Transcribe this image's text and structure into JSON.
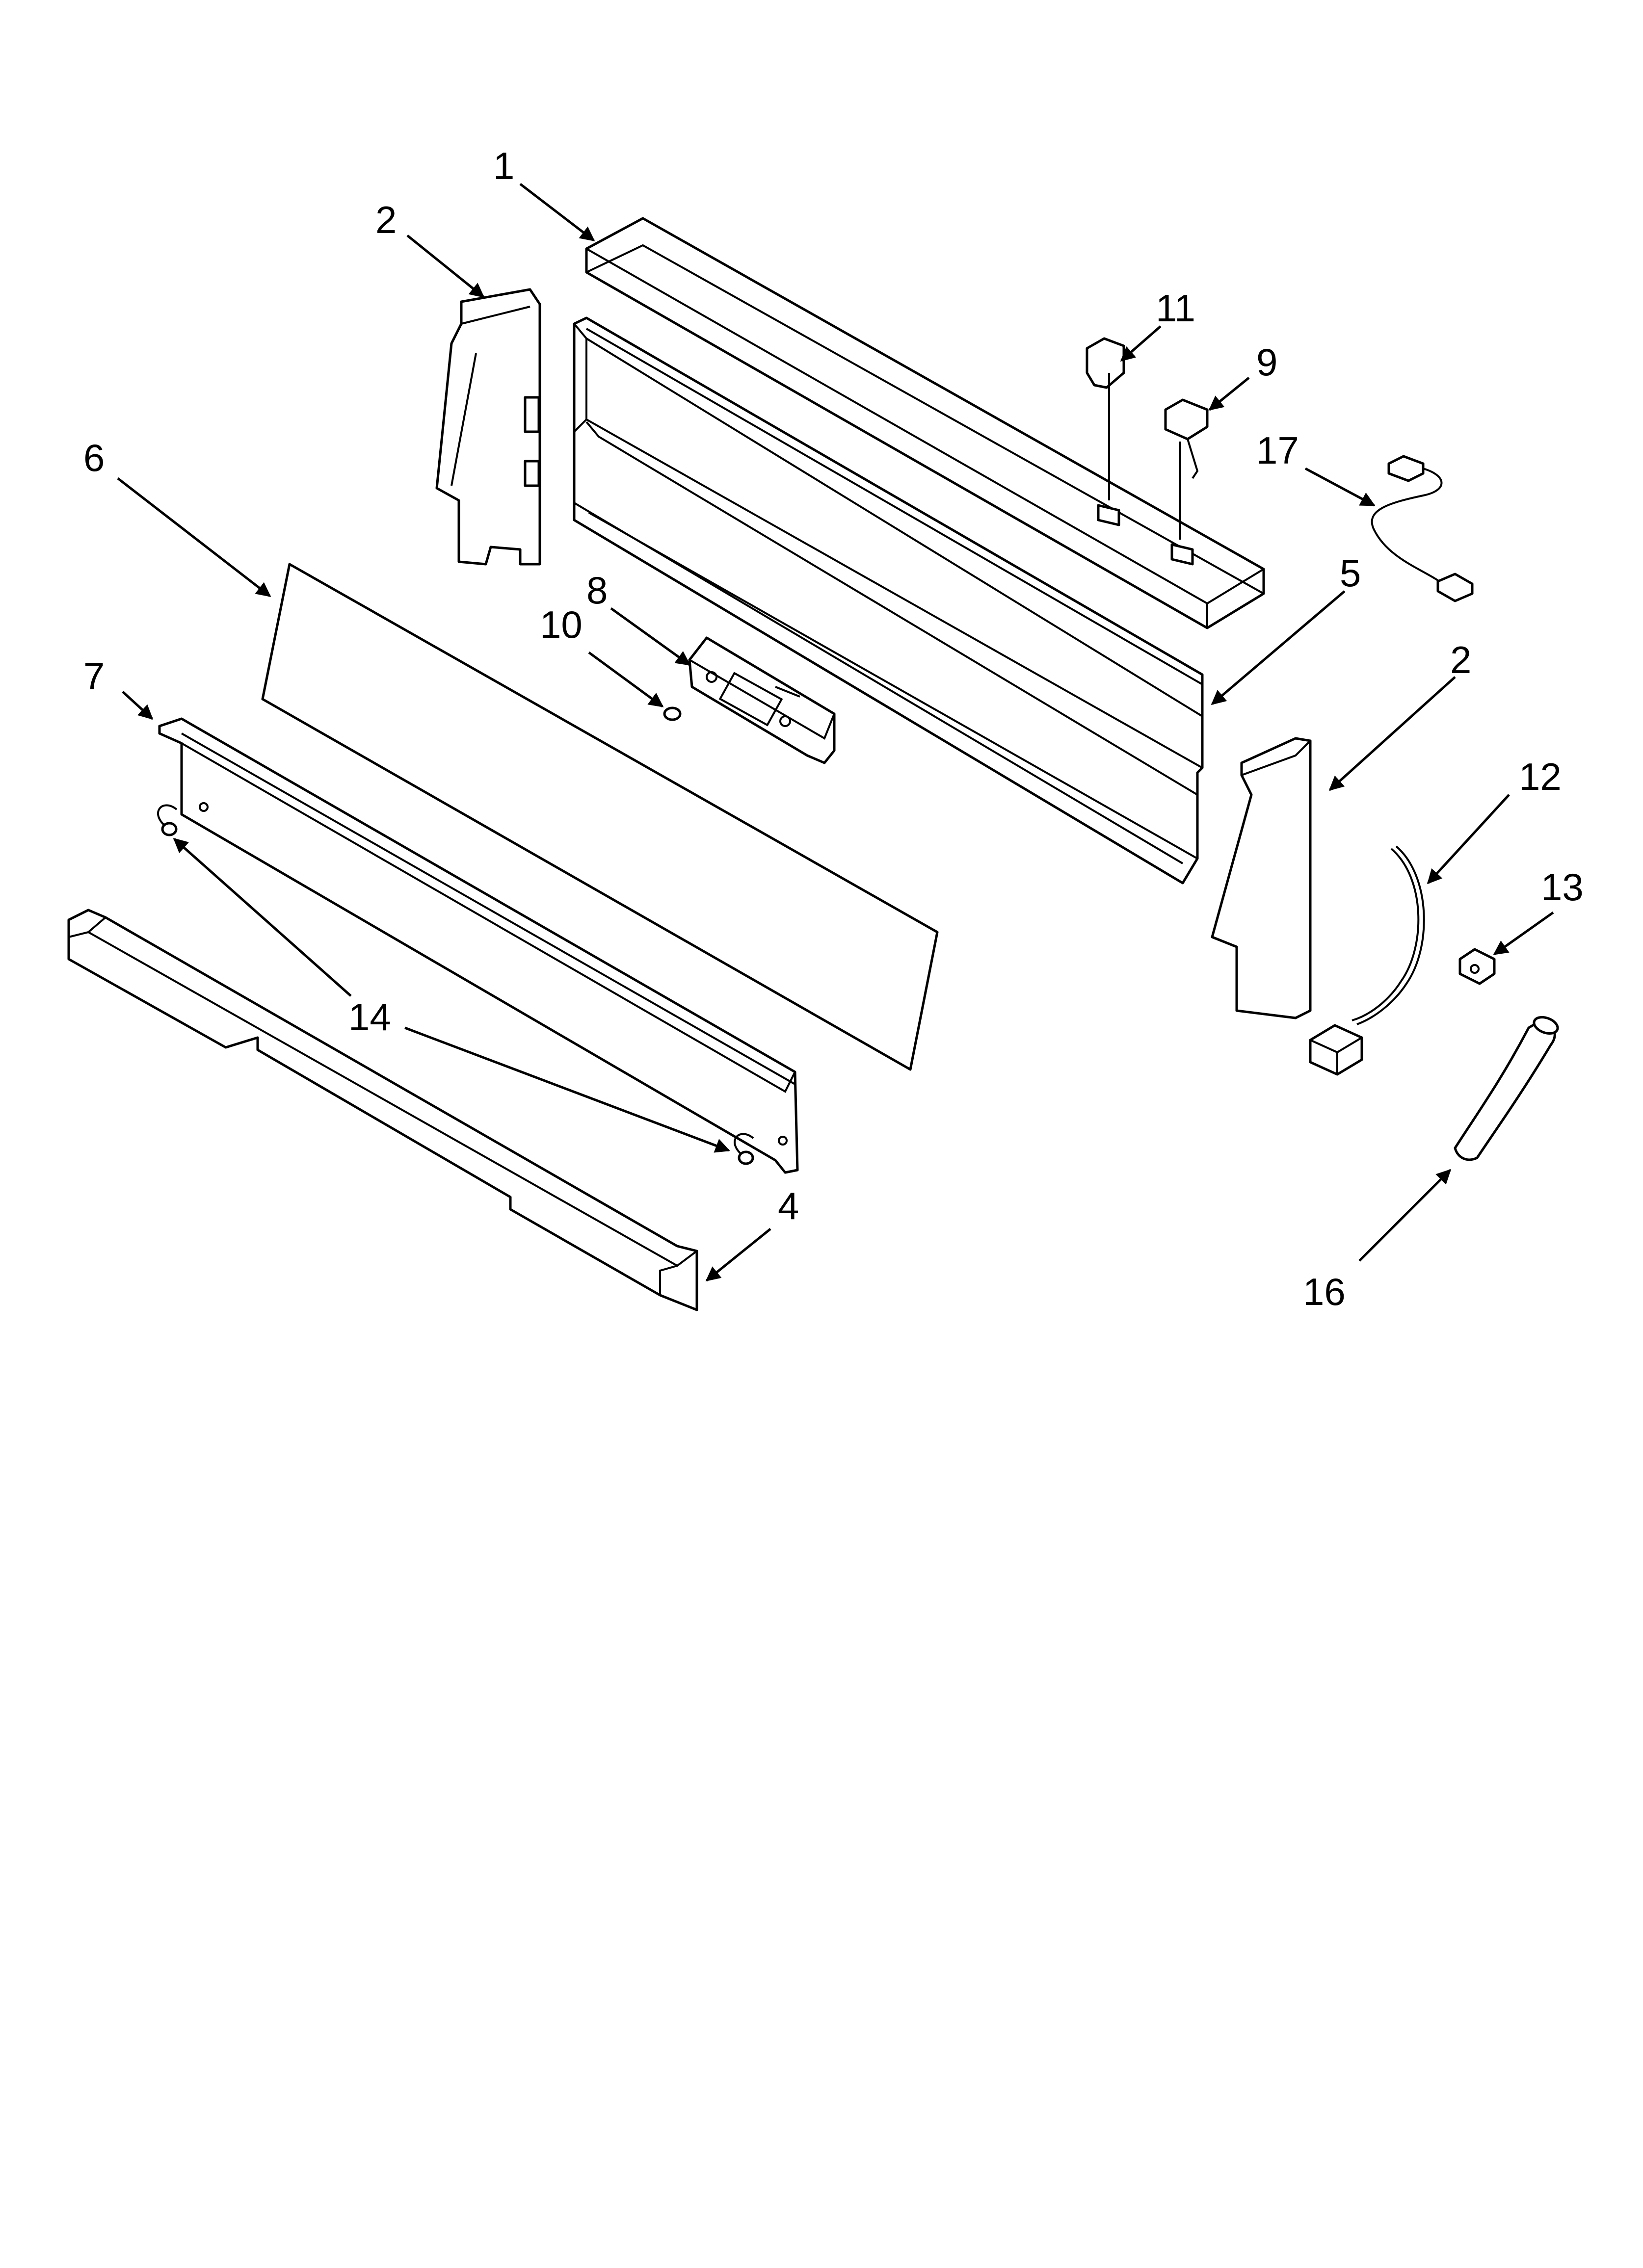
{
  "callouts": [
    {
      "id": "1",
      "text": "1"
    },
    {
      "id": "2a",
      "text": "2"
    },
    {
      "id": "2b",
      "text": "2"
    },
    {
      "id": "4",
      "text": "4"
    },
    {
      "id": "5",
      "text": "5"
    },
    {
      "id": "6",
      "text": "6"
    },
    {
      "id": "7",
      "text": "7"
    },
    {
      "id": "8",
      "text": "8"
    },
    {
      "id": "9",
      "text": "9"
    },
    {
      "id": "10",
      "text": "10"
    },
    {
      "id": "11",
      "text": "11"
    },
    {
      "id": "12",
      "text": "12"
    },
    {
      "id": "13",
      "text": "13"
    },
    {
      "id": "14",
      "text": "14"
    },
    {
      "id": "16",
      "text": "16"
    },
    {
      "id": "17",
      "text": "17"
    }
  ]
}
